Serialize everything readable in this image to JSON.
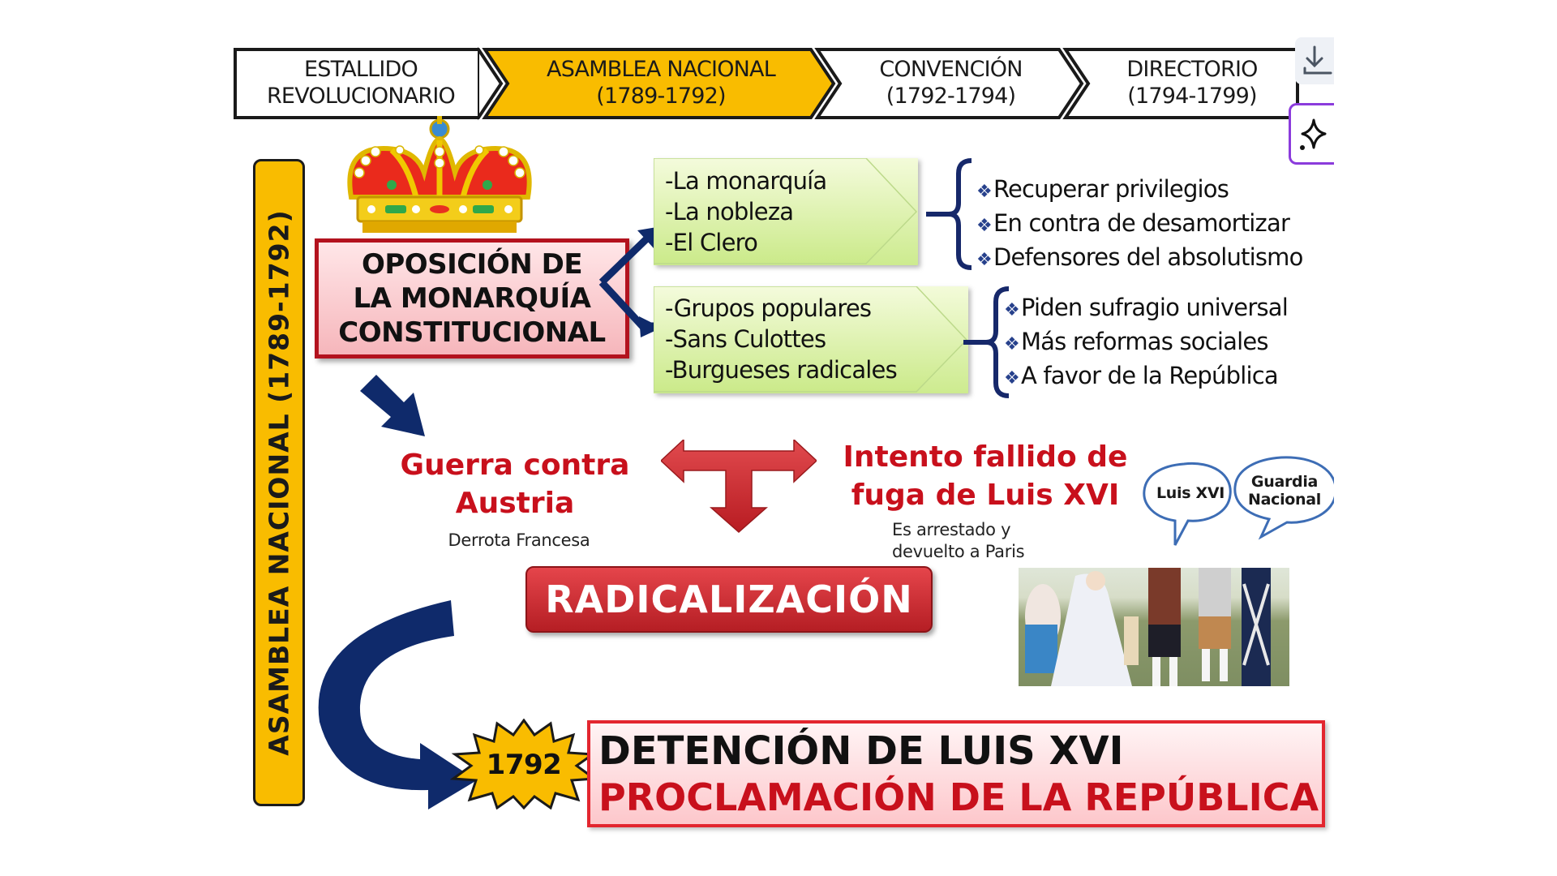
{
  "timeline": {
    "stages": [
      {
        "line1": "ESTALLIDO",
        "line2": "REVOLUCIONARIO",
        "active": false
      },
      {
        "line1": "ASAMBLEA NACIONAL",
        "line2": "(1789-1792)",
        "active": true
      },
      {
        "line1": "CONVENCIÓN",
        "line2": "(1792-1794)",
        "active": false
      },
      {
        "line1": "DIRECTORIO",
        "line2": "(1794-1799)",
        "active": false
      }
    ],
    "active_color": "#f9bc00"
  },
  "sidebar": {
    "label": "ASAMBLEA NACIONAL (1789-1792)",
    "color": "#f9bc00"
  },
  "opposition": {
    "line1": "OPOSICIÓN DE",
    "line2": "LA MONARQUÍA",
    "line3": "CONSTITUCIONAL"
  },
  "groups": {
    "conservative": {
      "items": [
        "-La monarquía",
        "-La nobleza",
        "-El Clero"
      ],
      "points": [
        "Recuperar privilegios",
        "En contra de desamortizar",
        "Defensores del absolutismo"
      ]
    },
    "radical": {
      "items": [
        "-Grupos populares",
        "-Sans Culottes",
        "-Burgueses radicales"
      ],
      "points": [
        "Piden sufragio universal",
        "Más reformas sociales",
        "A favor de la República"
      ]
    },
    "bullet_glyph": "❖"
  },
  "events": {
    "war": {
      "line1": "Guerra contra",
      "line2": "Austria",
      "note": "Derrota Francesa"
    },
    "flight": {
      "line1": "Intento fallido de",
      "line2": "fuga de Luis XVI",
      "note_line1": "Es arrestado y",
      "note_line2": "devuelto a Paris"
    }
  },
  "illustration": {
    "bubble_left": "Luis XVI",
    "bubble_right_line1": "Guardia",
    "bubble_right_line2": "Nacional"
  },
  "radicalization": {
    "label": "RADICALIZACIÓN",
    "color": "#c8262c"
  },
  "outcome": {
    "year": "1792",
    "line1": "DETENCIÓN DE LUIS XVI",
    "line2": "PROCLAMACIÓN DE LA REPÚBLICA"
  },
  "colors": {
    "navy_arrow": "#0f2a6b",
    "red_text": "#c8101c",
    "green_box": "#d6ef9e",
    "accent_purple": "#8b3bdc"
  },
  "toolbar": {
    "download_icon": "download-icon",
    "sparkle_icon": "sparkle-icon"
  }
}
